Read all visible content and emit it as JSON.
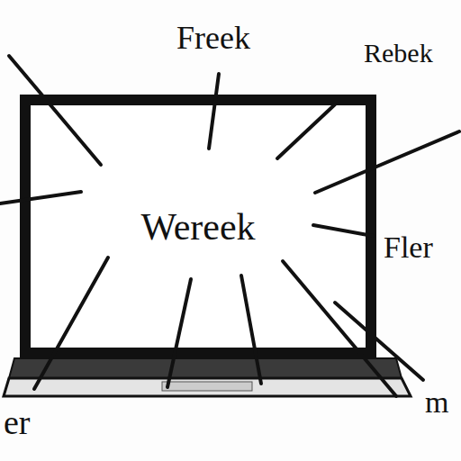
{
  "diagram": {
    "nodes": [
      {
        "text": [
          "Wereek"
        ]
      }
    ],
    "labels": [
      "Freek",
      "Rebek",
      "Fler",
      "m",
      "er"
    ]
  }
}
